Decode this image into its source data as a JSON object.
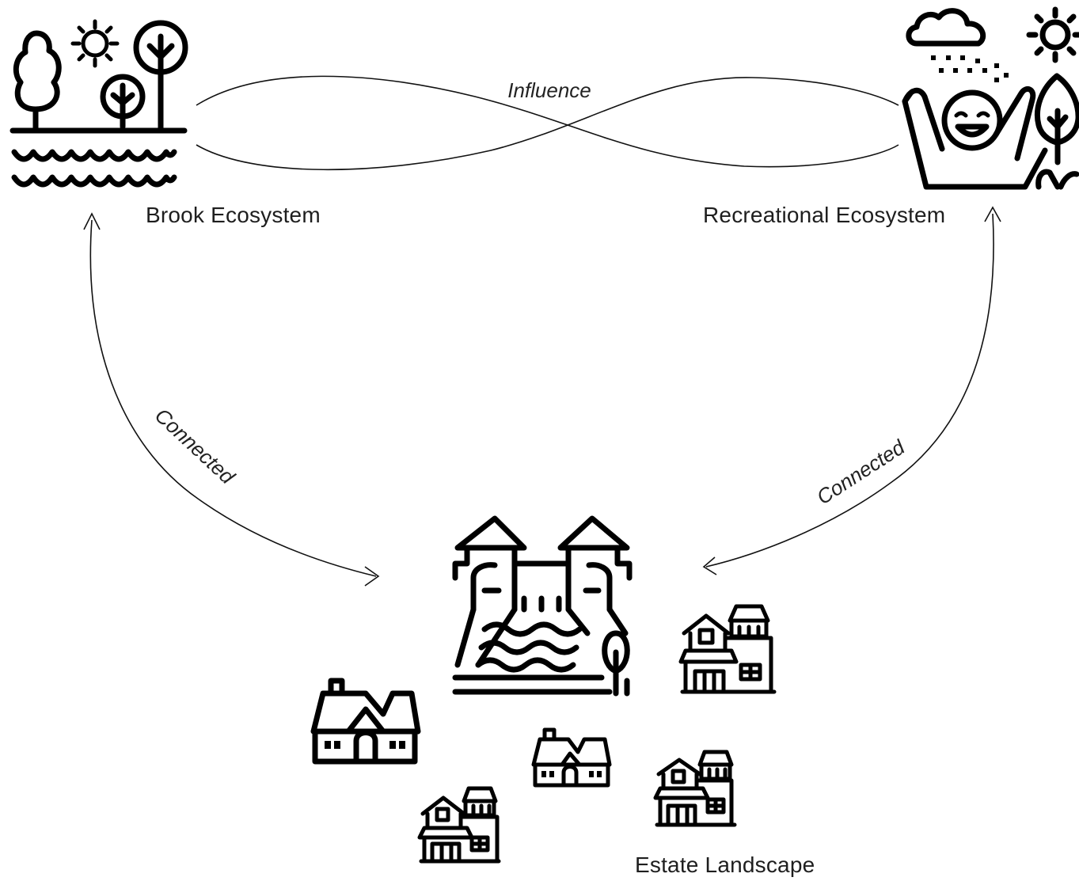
{
  "nodes": {
    "brook": {
      "label": "Brook Ecosystem",
      "icon": "brook-ecosystem-icon"
    },
    "recreational": {
      "label": "Recreational Ecosystem",
      "icon": "recreational-ecosystem-icon"
    },
    "estate": {
      "label": "Estate Landscape",
      "icon": "estate-landscape-icon"
    }
  },
  "edges": {
    "influence": {
      "label": "Influence",
      "from": "Brook Ecosystem",
      "to": "Recreational Ecosystem"
    },
    "connected_left": {
      "label": "Connected",
      "from": "Estate Landscape",
      "to": "Brook Ecosystem"
    },
    "connected_right": {
      "label": "Connected",
      "from": "Estate Landscape",
      "to": "Recreational Ecosystem"
    }
  }
}
